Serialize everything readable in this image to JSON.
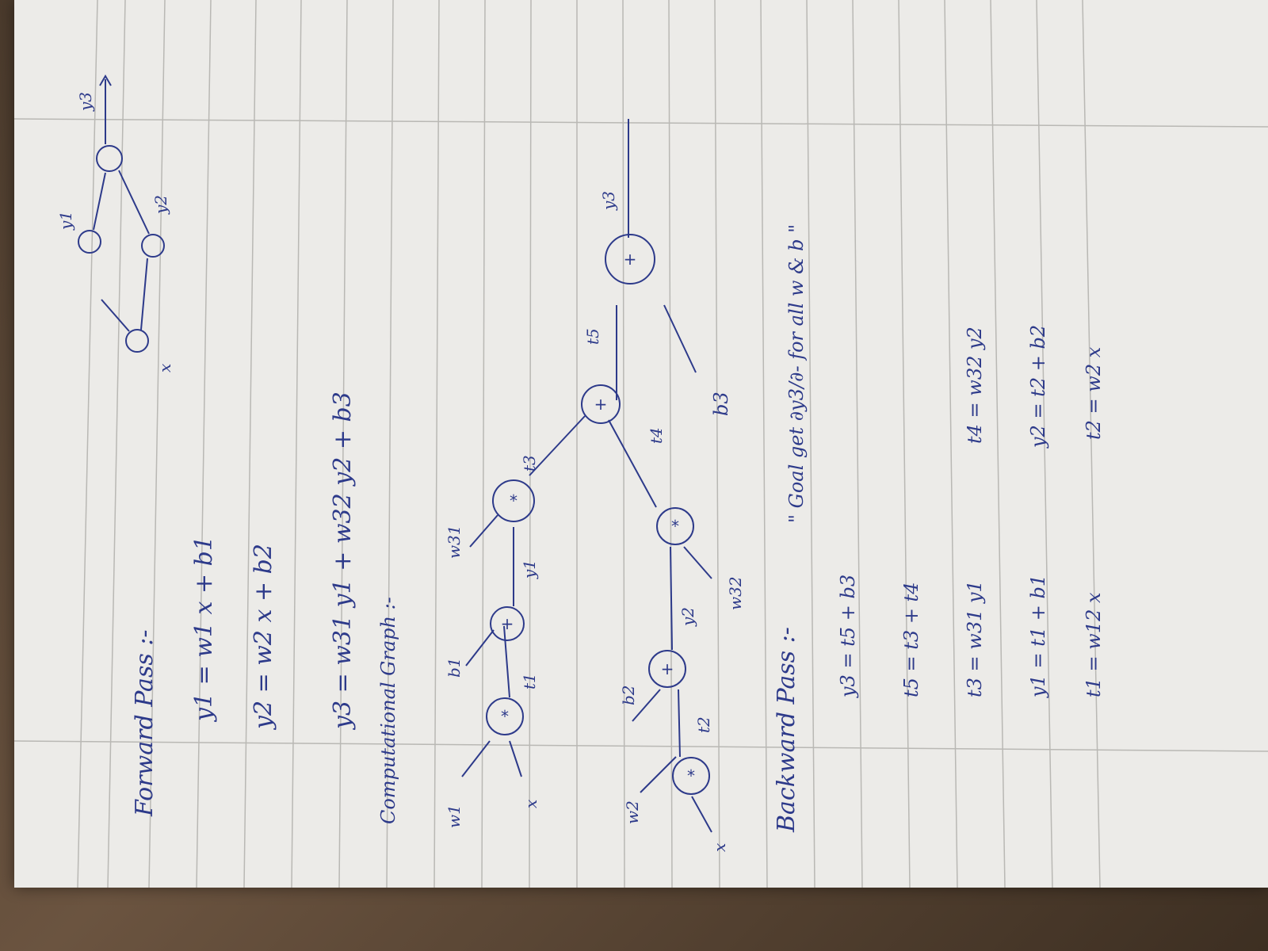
{
  "forward": {
    "title": "Forward Pass :-",
    "eq1": "y1 = w1 x + b1",
    "eq2": "y2 = w2 x + b2",
    "eq3": "y3 = w31 y1 + w32 y2 + b3"
  },
  "comp_graph": {
    "title": "Computational Graph :-",
    "labels": {
      "w1": "w1",
      "x_a": "x",
      "b1": "b1",
      "t1": "t1",
      "y1": "y1",
      "w31": "w31",
      "t3": "t3",
      "w2": "w2",
      "x_b": "x",
      "b2": "b2",
      "t2": "t2",
      "y2": "y2",
      "w32": "w32",
      "t4": "t4",
      "t5": "t5",
      "b3": "b3",
      "y3": "y3"
    },
    "ops": {
      "mul": "*",
      "add": "+"
    }
  },
  "mini_graph": {
    "x": "x",
    "y1": "y1",
    "y2": "y2",
    "y3": "y3"
  },
  "backward": {
    "title": "Backward Pass :-",
    "goal": "\" Goal get ∂y3/∂- for all w & b \"",
    "eqs": [
      "y3 = t5 + b3",
      "t5 = t3 + t4",
      "t3 = w31 y1",
      "y1 = t1 + b1",
      "t1 = w12 x",
      "t4 = w32 y2",
      "y2 = t2 + b2",
      "t2 = w2 x"
    ]
  }
}
